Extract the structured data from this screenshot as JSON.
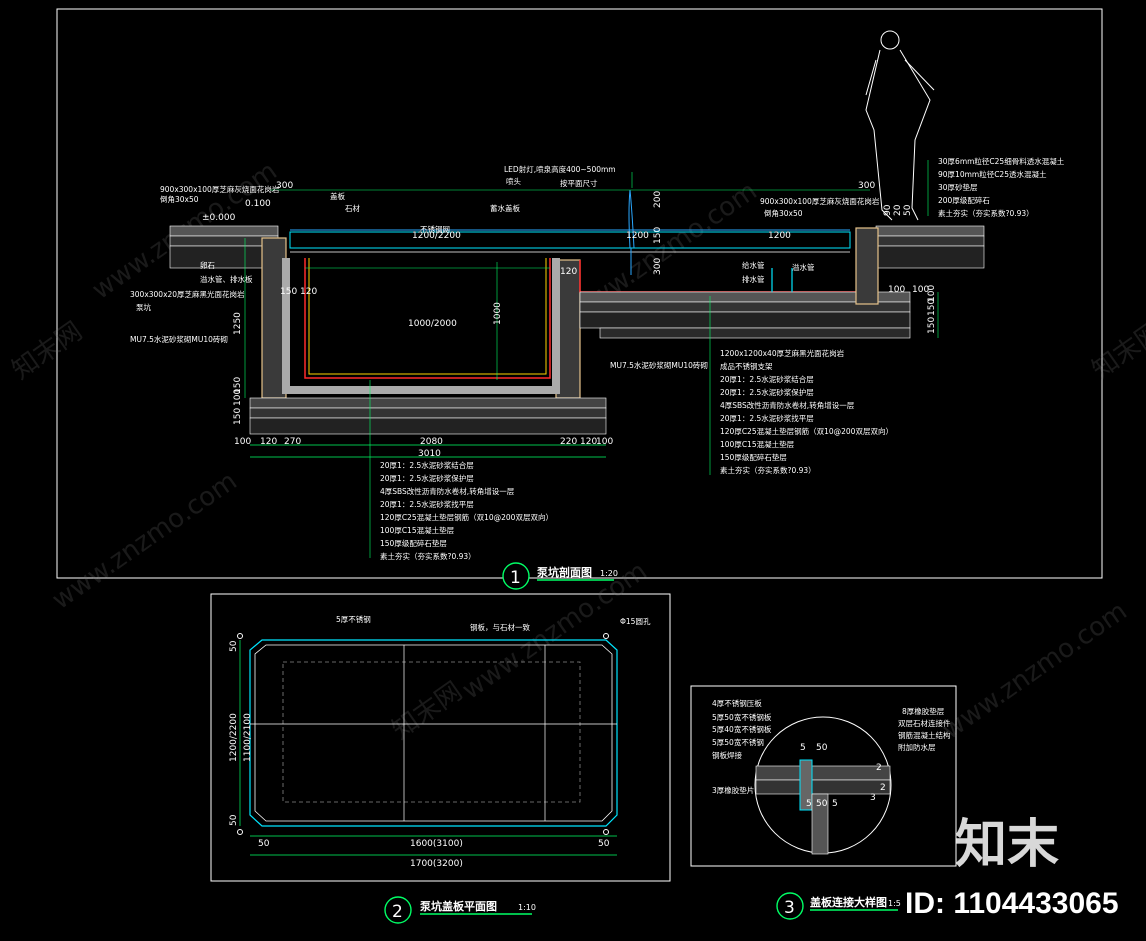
{
  "watermark": {
    "site": "www.znzmo.com",
    "brand": "知末",
    "id_label": "ID: 1104433065",
    "cn": "知末网"
  },
  "colors": {
    "frame": "#ffffff",
    "concrete": "#b0b0b0",
    "wall": "#e6c28a",
    "waterline": "#2aa8ff",
    "grate": "#00e6ff",
    "dim": "#00ff66",
    "red": "#ff2a2a"
  },
  "section": {
    "label_number": "1",
    "title": "泵坑剖面图",
    "scale": "1:20",
    "top_dims": {
      "left300": "300",
      "right300": "300"
    },
    "span_left": "1200/2200",
    "span_mid": "1200",
    "span_right": "1200",
    "inner_width": "1000/2000",
    "depth": "1000",
    "left_vertical": [
      "1250",
      "150",
      "100",
      "150"
    ],
    "right_vertical": [
      "150",
      "150",
      "100"
    ],
    "small_dims": {
      "d0100": "0.100",
      "d100": "100",
      "d150": "150",
      "d120": "120",
      "d90": "90",
      "d20": "20",
      "d50": "50",
      "d300": "300",
      "d200": "200",
      "d100b": "100",
      "d100c": "100",
      "d150_120": "150 120",
      "d120b": "120"
    },
    "bottom_dims": [
      "100",
      "120",
      "270",
      "2080",
      "220",
      "120",
      "100"
    ],
    "total": "3010",
    "pm000": "±0.000",
    "left_notes": [
      "900x300x100厚芝麻灰烧面花岗岩",
      "倒角30x50",
      "300x300x20厚芝麻黑光面花岗岩",
      "MU7.5水泥砂浆砌MU10砖砌"
    ],
    "left_tags": [
      "盖板",
      "石材",
      "溢水管、排水板",
      "卵石",
      "泵坑"
    ],
    "top_notes": [
      "LED射灯,喷泉高度400~500mm",
      "喷头",
      "按平面尺寸"
    ],
    "top_tag_a": "蓄水盖板",
    "top_tag_b": "不锈钢网",
    "right_notes": [
      "30厚6mm粒径C25细骨料透水混凝土",
      "90厚10mm粒径C25透水混凝土",
      "30厚砂垫层",
      "200厚级配碎石",
      "素土夯实（夯实系数?0.93）"
    ],
    "right_tag_a": "900x300x100厚芝麻灰烧面花岗岩",
    "right_tag_b": "倒角30x50",
    "pipe_tags": [
      "给水管",
      "溢水管",
      "排水管"
    ],
    "right_lower_head": "MU7.5水泥砂浆砌MU10砖砌",
    "right_lower_notes": [
      "1200x1200x40厚芝麻黑光面花岗岩",
      "成品不锈钢支架",
      "20厚1：2.5水泥砂浆结合层",
      "20厚1：2.5水泥砂浆保护层",
      "4厚SBS改性沥青防水卷材,转角增设一层",
      "20厚1：2.5水泥砂浆找平层",
      "120厚C25混凝土垫层钢筋（双10@200双层双向）",
      "100厚C15混凝土垫层",
      "150厚级配碎石垫层",
      "素土夯实（夯实系数?0.93）"
    ],
    "bottom_notes": [
      "20厚1：2.5水泥砂浆结合层",
      "20厚1：2.5水泥砂浆保护层",
      "4厚SBS改性沥青防水卷材,转角增设一层",
      "20厚1：2.5水泥砂浆找平层",
      "120厚C25混凝土垫层钢筋（双10@200双层双向）",
      "100厚C15混凝土垫层",
      "150厚级配碎石垫层",
      "素土夯实（夯实系数?0.93）"
    ]
  },
  "plan": {
    "label_number": "2",
    "title": "泵坑盖板平面图",
    "scale": "1:10",
    "note_a": "5厚不锈钢",
    "note_b": "钢板，与石材一致",
    "note_c": "Φ15圆孔",
    "v50a": "50",
    "v_mid": "1200/2200",
    "v_mid2": "1100/2100",
    "v50b": "50",
    "h50a": "50",
    "h_inner": "1600(3100)",
    "h50b": "50",
    "h_total": "1700(3200)"
  },
  "detail": {
    "label_number": "3",
    "title": "盖板连接大样图",
    "scale": "1:5",
    "left_notes": [
      "4厚不锈钢压板",
      "5厚50宽不锈钢板",
      "5厚40宽不锈钢板",
      "5厚50宽不锈钢",
      "钢板焊接",
      "3厚橡胶垫片"
    ],
    "right_notes": [
      "8厚橡胶垫层",
      "双层石材连接件",
      "钢筋混凝土结构",
      "附加防水层"
    ],
    "dims": [
      "5",
      "50",
      "2",
      "3",
      "5",
      "50",
      "5",
      "2"
    ]
  }
}
